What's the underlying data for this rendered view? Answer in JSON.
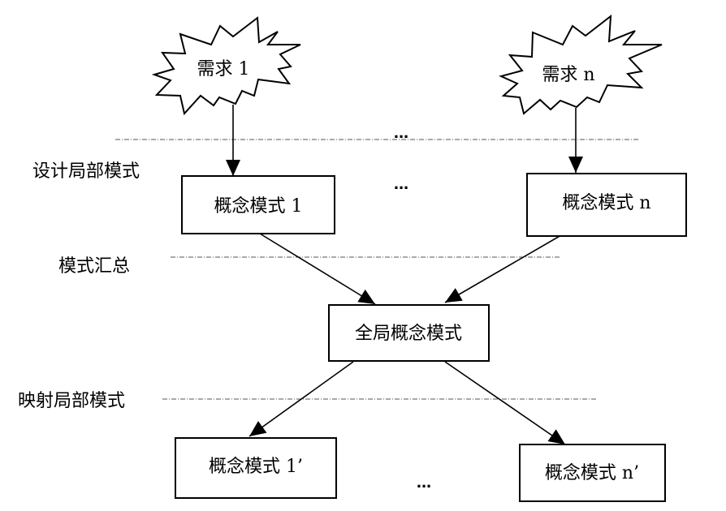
{
  "diagram": {
    "title": "",
    "requirements": [
      {
        "id": "req1",
        "label": "需求 1"
      },
      {
        "id": "reqn",
        "label": "需求 n"
      }
    ],
    "stage_labels": {
      "design_local": "设计局部模式",
      "merge": "模式汇总",
      "map_local": "映射局部模式"
    },
    "nodes": {
      "concept_1": "概念模式 1",
      "concept_n": "概念模式 n",
      "global": "全局概念模式",
      "concept_1_prime": "概念模式 1’",
      "concept_n_prime": "概念模式 n’"
    },
    "ellipsis": "...",
    "edges": [
      {
        "from": "req1",
        "to": "concept_1"
      },
      {
        "from": "reqn",
        "to": "concept_n"
      },
      {
        "from": "concept_1",
        "to": "global"
      },
      {
        "from": "concept_n",
        "to": "global"
      },
      {
        "from": "global",
        "to": "concept_1_prime"
      },
      {
        "from": "global",
        "to": "concept_n_prime"
      }
    ]
  }
}
